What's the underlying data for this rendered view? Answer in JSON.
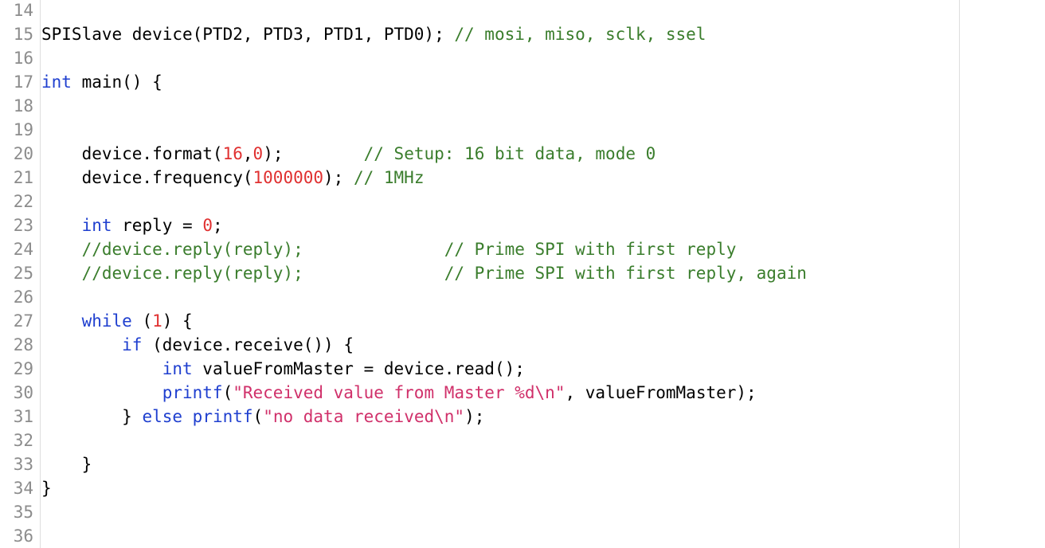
{
  "editor": {
    "lines": [
      {
        "number": "14",
        "tokens": []
      },
      {
        "number": "15",
        "tokens": [
          {
            "t": "SPISlave device(PTD2, PTD3, PTD1, PTD0); ",
            "c": "txt"
          },
          {
            "t": "// mosi, miso, sclk, ssel",
            "c": "cm"
          }
        ]
      },
      {
        "number": "16",
        "tokens": []
      },
      {
        "number": "17",
        "tokens": [
          {
            "t": "int",
            "c": "kw"
          },
          {
            "t": " main() {",
            "c": "txt"
          }
        ]
      },
      {
        "number": "18",
        "tokens": []
      },
      {
        "number": "19",
        "tokens": []
      },
      {
        "number": "20",
        "tokens": [
          {
            "t": "    device.format(",
            "c": "txt"
          },
          {
            "t": "16",
            "c": "num"
          },
          {
            "t": ",",
            "c": "txt"
          },
          {
            "t": "0",
            "c": "num"
          },
          {
            "t": ");        ",
            "c": "txt"
          },
          {
            "t": "// Setup: 16 bit data, mode 0",
            "c": "cm"
          }
        ]
      },
      {
        "number": "21",
        "tokens": [
          {
            "t": "    device.frequency(",
            "c": "txt"
          },
          {
            "t": "1000000",
            "c": "num"
          },
          {
            "t": "); ",
            "c": "txt"
          },
          {
            "t": "// 1MHz",
            "c": "cm"
          }
        ]
      },
      {
        "number": "22",
        "tokens": []
      },
      {
        "number": "23",
        "tokens": [
          {
            "t": "    ",
            "c": "txt"
          },
          {
            "t": "int",
            "c": "kw"
          },
          {
            "t": " reply = ",
            "c": "txt"
          },
          {
            "t": "0",
            "c": "num"
          },
          {
            "t": ";",
            "c": "txt"
          }
        ]
      },
      {
        "number": "24",
        "tokens": [
          {
            "t": "    //device.reply(reply);              // Prime SPI with first reply",
            "c": "cm"
          }
        ]
      },
      {
        "number": "25",
        "tokens": [
          {
            "t": "    //device.reply(reply);              // Prime SPI with first reply, again",
            "c": "cm"
          }
        ]
      },
      {
        "number": "26",
        "tokens": []
      },
      {
        "number": "27",
        "tokens": [
          {
            "t": "    ",
            "c": "txt"
          },
          {
            "t": "while",
            "c": "kw"
          },
          {
            "t": " (",
            "c": "txt"
          },
          {
            "t": "1",
            "c": "num"
          },
          {
            "t": ") {",
            "c": "txt"
          }
        ]
      },
      {
        "number": "28",
        "tokens": [
          {
            "t": "        ",
            "c": "txt"
          },
          {
            "t": "if",
            "c": "kw"
          },
          {
            "t": " (device.receive()) {",
            "c": "txt"
          }
        ]
      },
      {
        "number": "29",
        "tokens": [
          {
            "t": "            ",
            "c": "txt"
          },
          {
            "t": "int",
            "c": "kw"
          },
          {
            "t": " valueFromMaster = device.read();",
            "c": "txt"
          }
        ]
      },
      {
        "number": "30",
        "tokens": [
          {
            "t": "            ",
            "c": "txt"
          },
          {
            "t": "printf",
            "c": "fn"
          },
          {
            "t": "(",
            "c": "txt"
          },
          {
            "t": "\"Received value from Master %d\\n\"",
            "c": "str"
          },
          {
            "t": ", valueFromMaster);",
            "c": "txt"
          }
        ]
      },
      {
        "number": "31",
        "tokens": [
          {
            "t": "        } ",
            "c": "txt"
          },
          {
            "t": "else",
            "c": "kw"
          },
          {
            "t": " ",
            "c": "txt"
          },
          {
            "t": "printf",
            "c": "fn"
          },
          {
            "t": "(",
            "c": "txt"
          },
          {
            "t": "\"no data received\\n\"",
            "c": "str"
          },
          {
            "t": ");",
            "c": "txt"
          }
        ]
      },
      {
        "number": "32",
        "tokens": []
      },
      {
        "number": "33",
        "tokens": [
          {
            "t": "    }",
            "c": "txt"
          }
        ]
      },
      {
        "number": "34",
        "tokens": [
          {
            "t": "}",
            "c": "txt"
          }
        ]
      },
      {
        "number": "35",
        "tokens": []
      },
      {
        "number": "36",
        "tokens": []
      }
    ]
  },
  "colors": {
    "keyword": "#1f3fcf",
    "number": "#e03030",
    "string": "#d0306a",
    "comment": "#3a7d2c",
    "text": "#000000",
    "line_number": "#8c8c8c"
  }
}
